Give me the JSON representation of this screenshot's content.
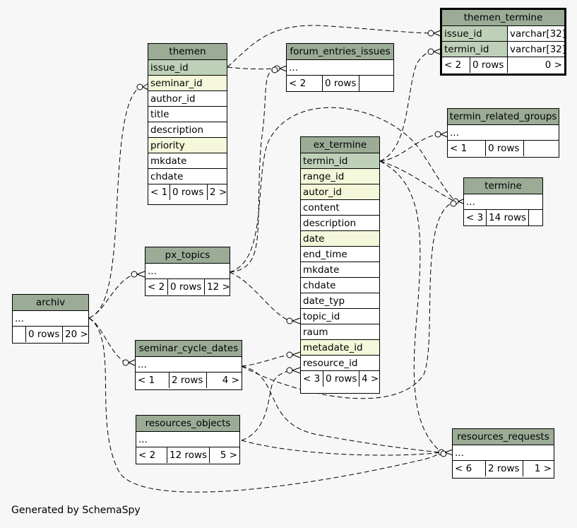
{
  "tables": {
    "themen_termine": {
      "name": "themen_termine",
      "columns": [
        {
          "name": "issue_id",
          "type": "varchar[32]"
        },
        {
          "name": "termin_id",
          "type": "varchar[32]"
        }
      ],
      "footer": [
        "< 2",
        "0 rows",
        "0 >"
      ]
    },
    "themen": {
      "name": "themen",
      "columns": [
        "issue_id",
        "seminar_id",
        "author_id",
        "title",
        "description",
        "priority",
        "mkdate",
        "chdate"
      ],
      "footer": [
        "< 1",
        "0 rows",
        "2 >"
      ]
    },
    "forum_entries_issues": {
      "name": "forum_entries_issues",
      "more": "...",
      "footer": [
        "< 2",
        "0 rows",
        ""
      ]
    },
    "termin_related_groups": {
      "name": "termin_related_groups",
      "more": "...",
      "footer": [
        "< 1",
        "0 rows",
        ""
      ]
    },
    "ex_termine": {
      "name": "ex_termine",
      "columns": [
        "termin_id",
        "range_id",
        "autor_id",
        "content",
        "description",
        "date",
        "end_time",
        "mkdate",
        "chdate",
        "date_typ",
        "topic_id",
        "raum",
        "metadate_id",
        "resource_id"
      ],
      "footer": [
        "< 3",
        "0 rows",
        "4 >"
      ]
    },
    "termine": {
      "name": "termine",
      "more": "...",
      "footer": [
        "< 3",
        "14 rows",
        ""
      ]
    },
    "px_topics": {
      "name": "px_topics",
      "more": "...",
      "footer": [
        "< 2",
        "0 rows",
        "12 >"
      ]
    },
    "archiv": {
      "name": "archiv",
      "more": "...",
      "footer": [
        "",
        "0 rows",
        "20 >"
      ]
    },
    "seminar_cycle_dates": {
      "name": "seminar_cycle_dates",
      "more": "...",
      "footer": [
        "< 1",
        "2 rows",
        "4 >"
      ]
    },
    "resources_objects": {
      "name": "resources_objects",
      "more": "...",
      "footer": [
        "< 2",
        "12 rows",
        "5 >"
      ]
    },
    "resources_requests": {
      "name": "resources_requests",
      "more": "...",
      "footer": [
        "< 6",
        "2 rows",
        "1 >"
      ]
    }
  },
  "footer_text": "Generated by SchemaSpy"
}
